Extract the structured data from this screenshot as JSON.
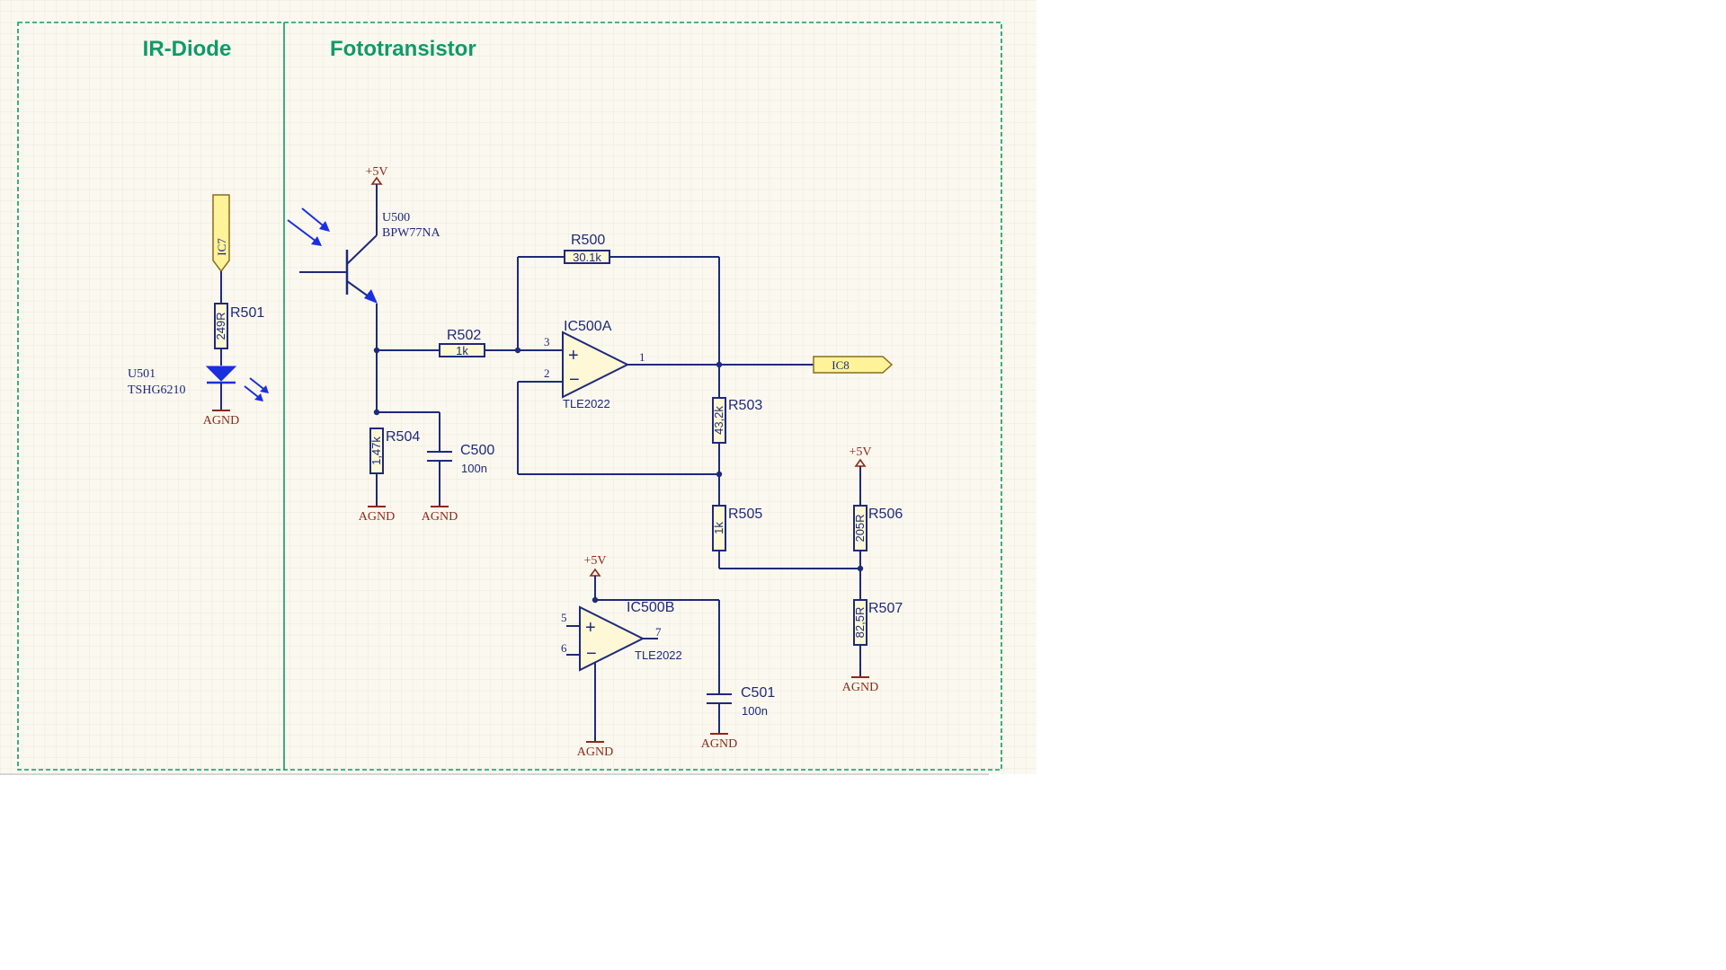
{
  "sections": {
    "ir_diode": "IR-Diode",
    "fototransistor": "Fototransistor"
  },
  "ports": {
    "ic7": "IC7",
    "ic8": "IC8"
  },
  "power": {
    "vcc": "+5V",
    "gnd": "AGND"
  },
  "components": {
    "u500": {
      "ref": "U500",
      "part": "BPW77NA"
    },
    "u501": {
      "ref": "U501",
      "part": "TSHG6210"
    },
    "r500": {
      "ref": "R500",
      "value": "30.1k"
    },
    "r501": {
      "ref": "R501",
      "value": "249R"
    },
    "r502": {
      "ref": "R502",
      "value": "1k"
    },
    "r503": {
      "ref": "R503",
      "value": "43,2k"
    },
    "r504": {
      "ref": "R504",
      "value": "1,47k"
    },
    "r505": {
      "ref": "R505",
      "value": "1k"
    },
    "r506": {
      "ref": "R506",
      "value": "205R"
    },
    "r507": {
      "ref": "R507",
      "value": "82,5R"
    },
    "c500": {
      "ref": "C500",
      "value": "100n"
    },
    "c501": {
      "ref": "C501",
      "value": "100n"
    },
    "ic500a": {
      "ref": "IC500A",
      "part": "TLE2022",
      "pin_in_plus": "3",
      "pin_in_minus": "2",
      "pin_out": "1"
    },
    "ic500b": {
      "ref": "IC500B",
      "part": "TLE2022",
      "pin_in_plus": "5",
      "pin_in_minus": "6",
      "pin_out": "7"
    }
  },
  "colors": {
    "wire": "#1e2a7a",
    "power": "#8b2a1a",
    "section_title": "#0f9a6a",
    "part_fill": "#fff8d6",
    "port_fill": "#fff39a",
    "sheet_background": "#fbf8ef",
    "led_blue": "#1a2fe0"
  }
}
